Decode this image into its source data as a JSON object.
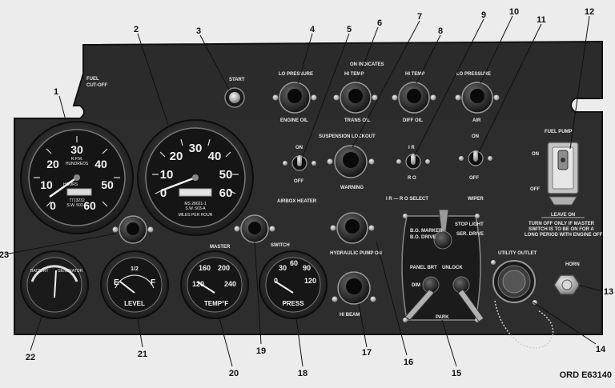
{
  "figure_id": "ORD  E63140",
  "callouts": [
    "1",
    "2",
    "3",
    "4",
    "5",
    "6",
    "7",
    "8",
    "9",
    "10",
    "11",
    "12",
    "13",
    "14",
    "15",
    "16",
    "17",
    "18",
    "19",
    "20",
    "21",
    "22",
    "23"
  ],
  "panel_labels": {
    "fuel_cutoff_line1": "FUEL",
    "fuel_cutoff_line2": "CUT-OFF",
    "start": "START",
    "lo_pressure_engine": "LO PRESSURE",
    "on_indicates": "ON INDICATES",
    "hi_temp_trans": "HI TEMP",
    "hi_temp_diff": "HI TEMP",
    "lo_pressure_air": "LO PRESSURE",
    "engine_oil": "ENGINE OIL",
    "trans_oil": "TRANS OIL",
    "diff_oil": "DIFF OIL",
    "air": "AIR",
    "suspension_lockout": "SUSPENSION LOCKOUT",
    "warning": "WARNING",
    "on": "ON",
    "off": "OFF",
    "airbox_heater": "AIRBOX HEATER",
    "i_r": "I R",
    "r_o": "R O",
    "ir_ro_select": "I R — R O  SELECT",
    "wiper": "WIPER",
    "fuel_pump": "FUEL PUMP",
    "leave_on": "LEAVE ON",
    "leave_on_note1": "TURN OFF ONLY IF MASTER",
    "leave_on_note2": "SWITCH IS TO BE ON FOR A",
    "leave_on_note3": "LONG PERIOD WITH ENGINE OFF",
    "master": "MASTER",
    "switch": "SWITCH",
    "hydraulic_pump_on": "HYDRAULIC PUMP ON",
    "hi_beam": "HI BEAM",
    "utility_outlet": "UTILITY OUTLET",
    "horn": "HORN",
    "unlock": "UNLOCK",
    "bo_marker": "B.O. MARKER",
    "stop_light": "STOP LIGHT",
    "bo_drive": "B.O. DRIVE",
    "ser_drive": "SER. DRIVE",
    "panel_brt": "PANEL BRT",
    "dim": "DIM",
    "park": "PARK"
  },
  "gauges": {
    "tachometer": {
      "scale": [
        "0",
        "10",
        "20",
        "30",
        "40",
        "50",
        "60"
      ],
      "caption1": "R.P.M.",
      "caption2": "HUNDREDS",
      "caption3": "HOURS",
      "caption4": "7713232",
      "caption5": "S.W. 502-S"
    },
    "speedometer": {
      "scale": [
        "0",
        "10",
        "20",
        "30",
        "40",
        "50",
        "60"
      ],
      "caption1": "MS 28021-1",
      "caption2": "S.W. 503-A",
      "caption3": "MILES PER HOUR"
    },
    "battery": {
      "left": "BATTERY",
      "right": "GENERATOR"
    },
    "fuel_level": {
      "scale": [
        "E",
        "1/2",
        "F"
      ],
      "caption": "LEVEL"
    },
    "temperature": {
      "scale": [
        "120",
        "160",
        "200",
        "240"
      ],
      "caption": "TEMP°F"
    },
    "pressure": {
      "scale": [
        "0",
        "30",
        "60",
        "90",
        "120"
      ],
      "caption": "PRESS"
    }
  }
}
